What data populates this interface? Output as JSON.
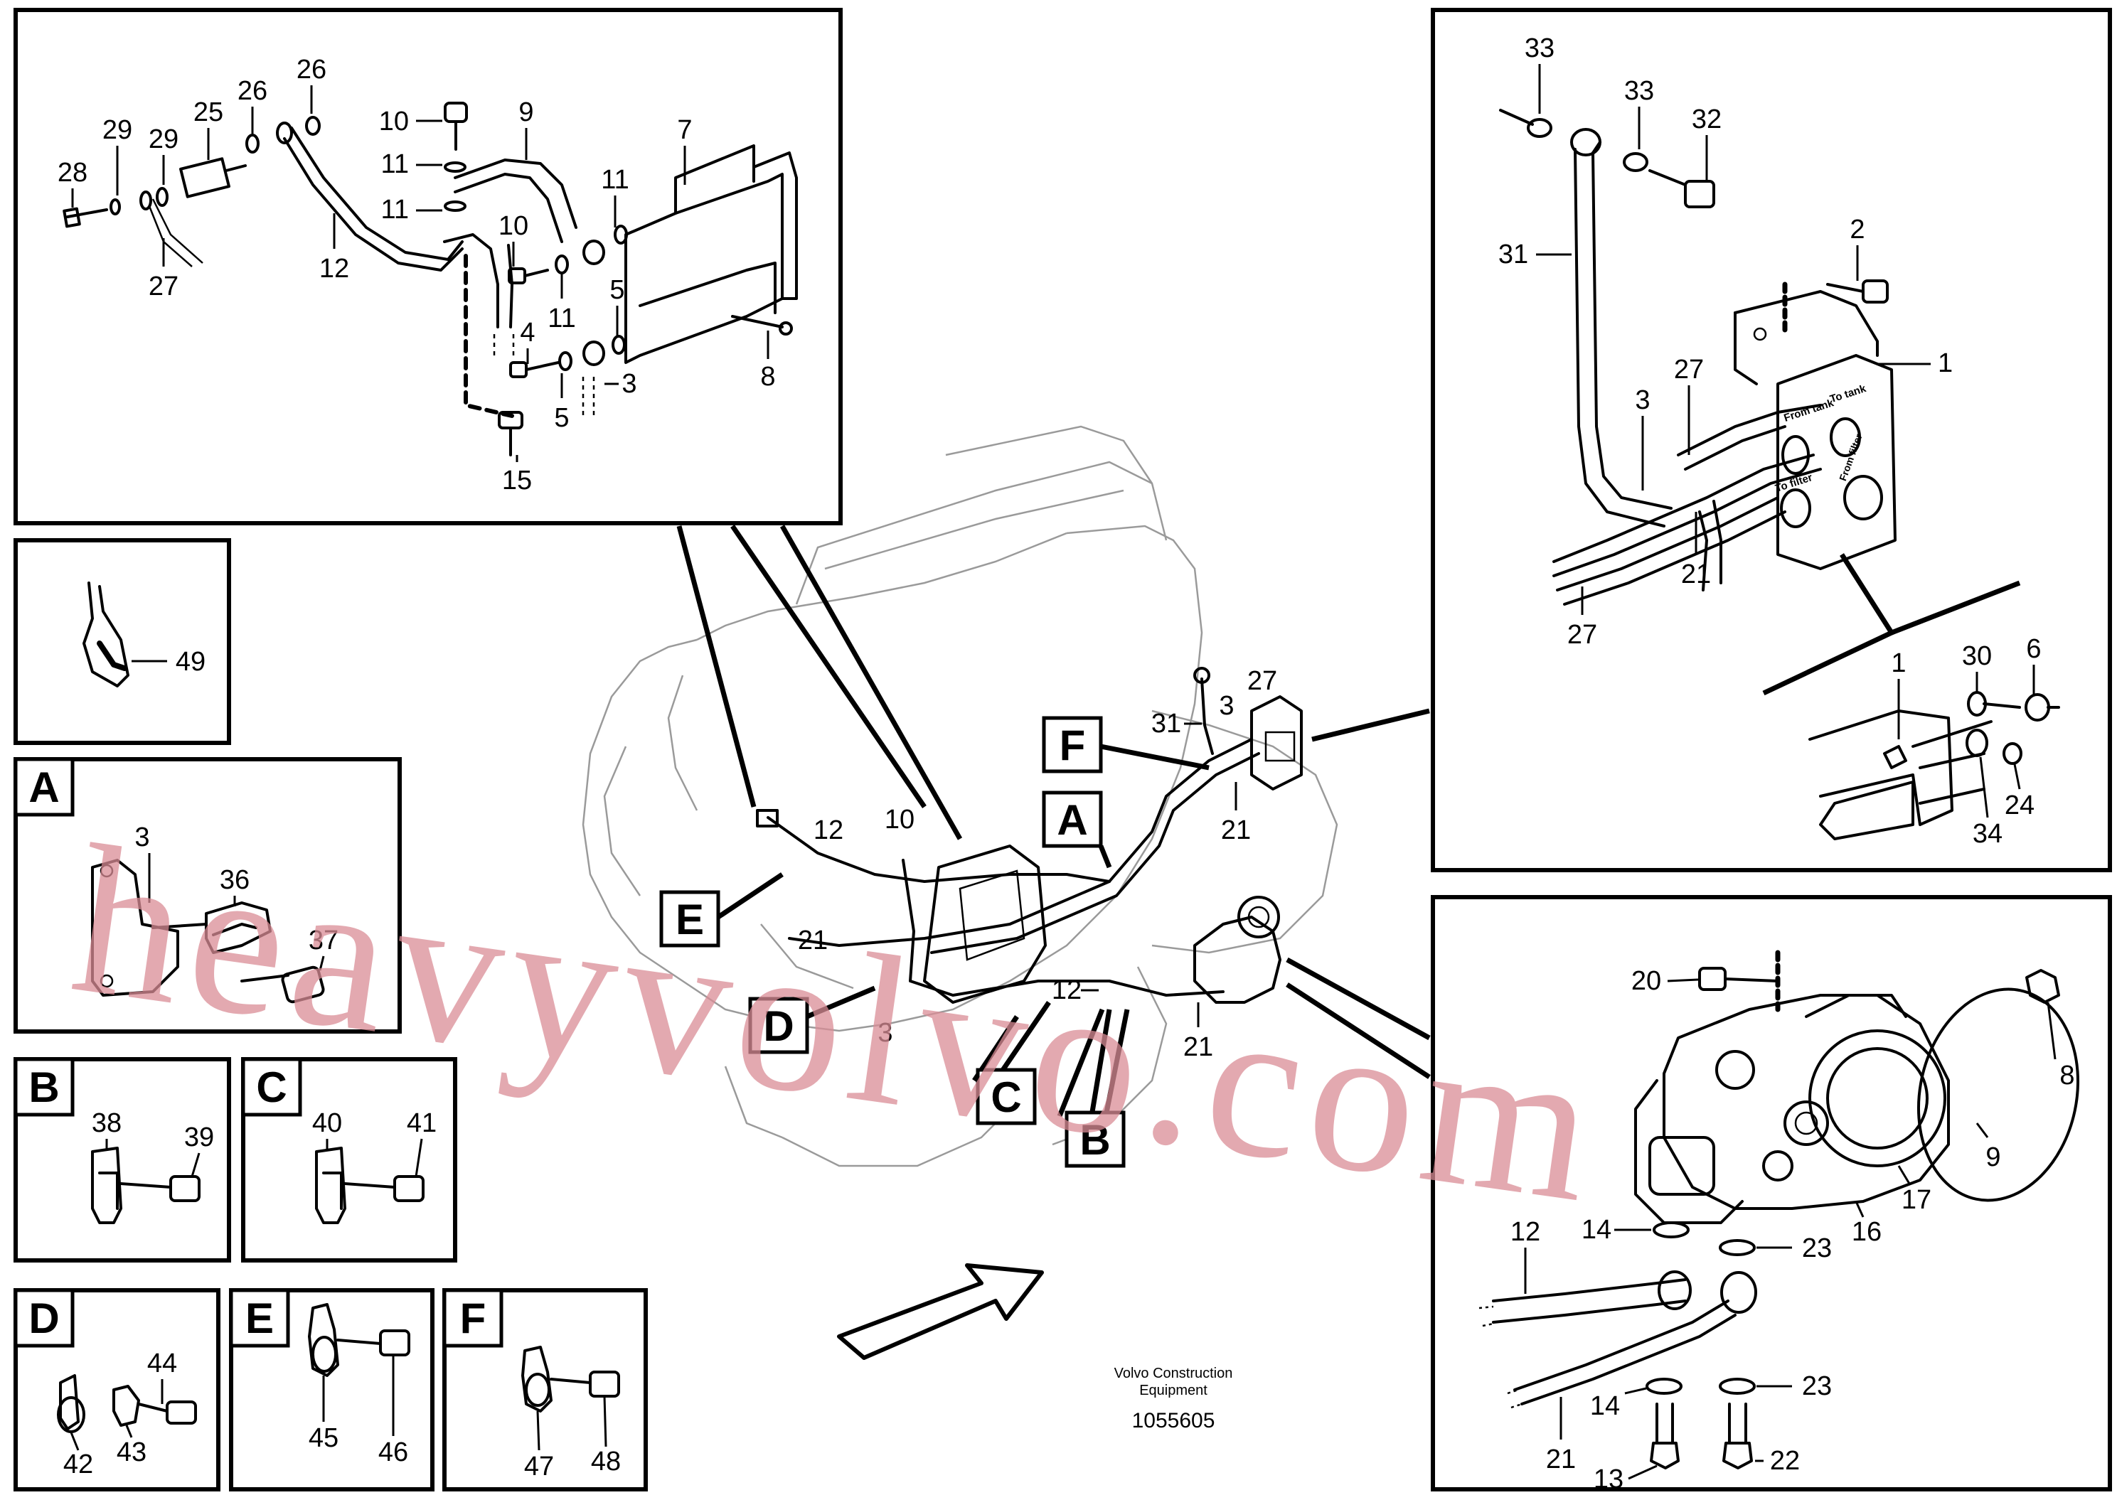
{
  "diagram": {
    "caption_company": "Volvo Construction",
    "caption_division": "Equipment",
    "document_number": "1055605",
    "watermark": "heavyvolvo.com",
    "views": {
      "A": {
        "label": "A",
        "parts": [
          "3",
          "36",
          "37"
        ]
      },
      "B": {
        "label": "B",
        "parts": [
          "38",
          "39"
        ]
      },
      "C": {
        "label": "C",
        "parts": [
          "40",
          "41"
        ]
      },
      "D": {
        "label": "D",
        "parts": [
          "42",
          "43",
          "44"
        ]
      },
      "E": {
        "label": "E",
        "parts": [
          "45",
          "46"
        ]
      },
      "F": {
        "label": "F",
        "parts": [
          "47",
          "48"
        ]
      }
    },
    "clip_detail": {
      "parts": [
        "49"
      ]
    },
    "top_left_detail": {
      "parts": [
        "26",
        "29",
        "29",
        "25",
        "26",
        "28",
        "27",
        "12",
        "10",
        "11",
        "11",
        "10",
        "11",
        "9",
        "7",
        "11",
        "5",
        "4",
        "5",
        "3",
        "8",
        "15"
      ]
    },
    "top_right_detail": {
      "parts": [
        "33",
        "33",
        "32",
        "31",
        "2",
        "1",
        "27",
        "3",
        "21",
        "27",
        "1",
        "30",
        "6",
        "34",
        "24"
      ],
      "port_labels": [
        "From tank",
        "To tank",
        "To filter",
        "From filter"
      ]
    },
    "bottom_right_detail": {
      "parts": [
        "20",
        "8",
        "9",
        "17",
        "16",
        "12",
        "14",
        "23",
        "23",
        "14",
        "21",
        "13",
        "22"
      ]
    },
    "main_view": {
      "section_markers": [
        "F",
        "A",
        "E",
        "D",
        "C",
        "B"
      ],
      "parts": [
        "27",
        "31",
        "3",
        "21",
        "12",
        "10",
        "21",
        "3",
        "12",
        "21"
      ]
    }
  }
}
